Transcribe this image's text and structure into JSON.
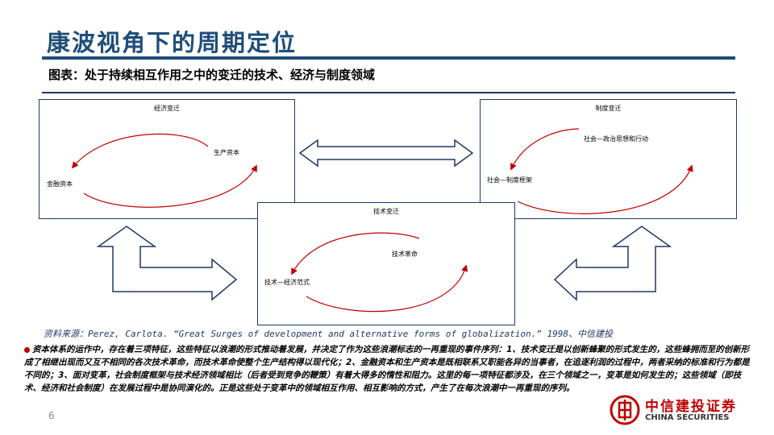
{
  "header": {
    "title": "康波视角下的周期定位",
    "subtitle": "图表：处于持续相互作用之中的变迁的技术、经济与制度领域"
  },
  "diagram": {
    "economic": {
      "title": "经济变迁",
      "label_a": "生产资本",
      "label_b": "金融资本"
    },
    "institutional": {
      "title": "制度变迁",
      "label_a": "社会—政治思想和行动",
      "label_b": "社会—制度框架"
    },
    "technology": {
      "title": "技术变迁",
      "label_a": "技术革命",
      "label_b": "技术—经济范式"
    },
    "colors": {
      "cycle_arrow": "#c00000",
      "block_arrow": "#1f3864",
      "accent": "#1f4e79"
    }
  },
  "source": "资料来源：Perez, Carlota. “Great Surges of development and alternative forms of globalization.” 1998、中信建投",
  "bullet": "资本体系的运作中，存在着三项特征，这些特征以浪潮的形式推动着发展，并决定了作为这些浪潮标志的一再重现的事件序列：1、技术变迁是以创新蜂聚的形式发生的，这些蜂拥而至的创新形成了相继出现而又互不相同的各次技术革命，而技术革命使整个生产结构得以现代化；2、金融资本和生产资本是既相联系又职能各异的当事者，在追逐利润的过程中，两者采纳的标准和行为都是不同的；3、面对变革，社会制度框架与技术经济领域相比（后者受到竞争的鞭策）有着大得多的惰性和阻力。这里的每一项特征都涉及，在三个领域之一，变革是如何发生的；这些领域（即技术、经济和社会制度）在发展过程中是协同演化的。正是这些处于变革中的领域相互作用、相互影响的方式，产生了在每次浪潮中一再重现的序列。",
  "page_number": "6",
  "logo": {
    "name": "中信建投证券",
    "english": "CHINA SECURITIES"
  }
}
